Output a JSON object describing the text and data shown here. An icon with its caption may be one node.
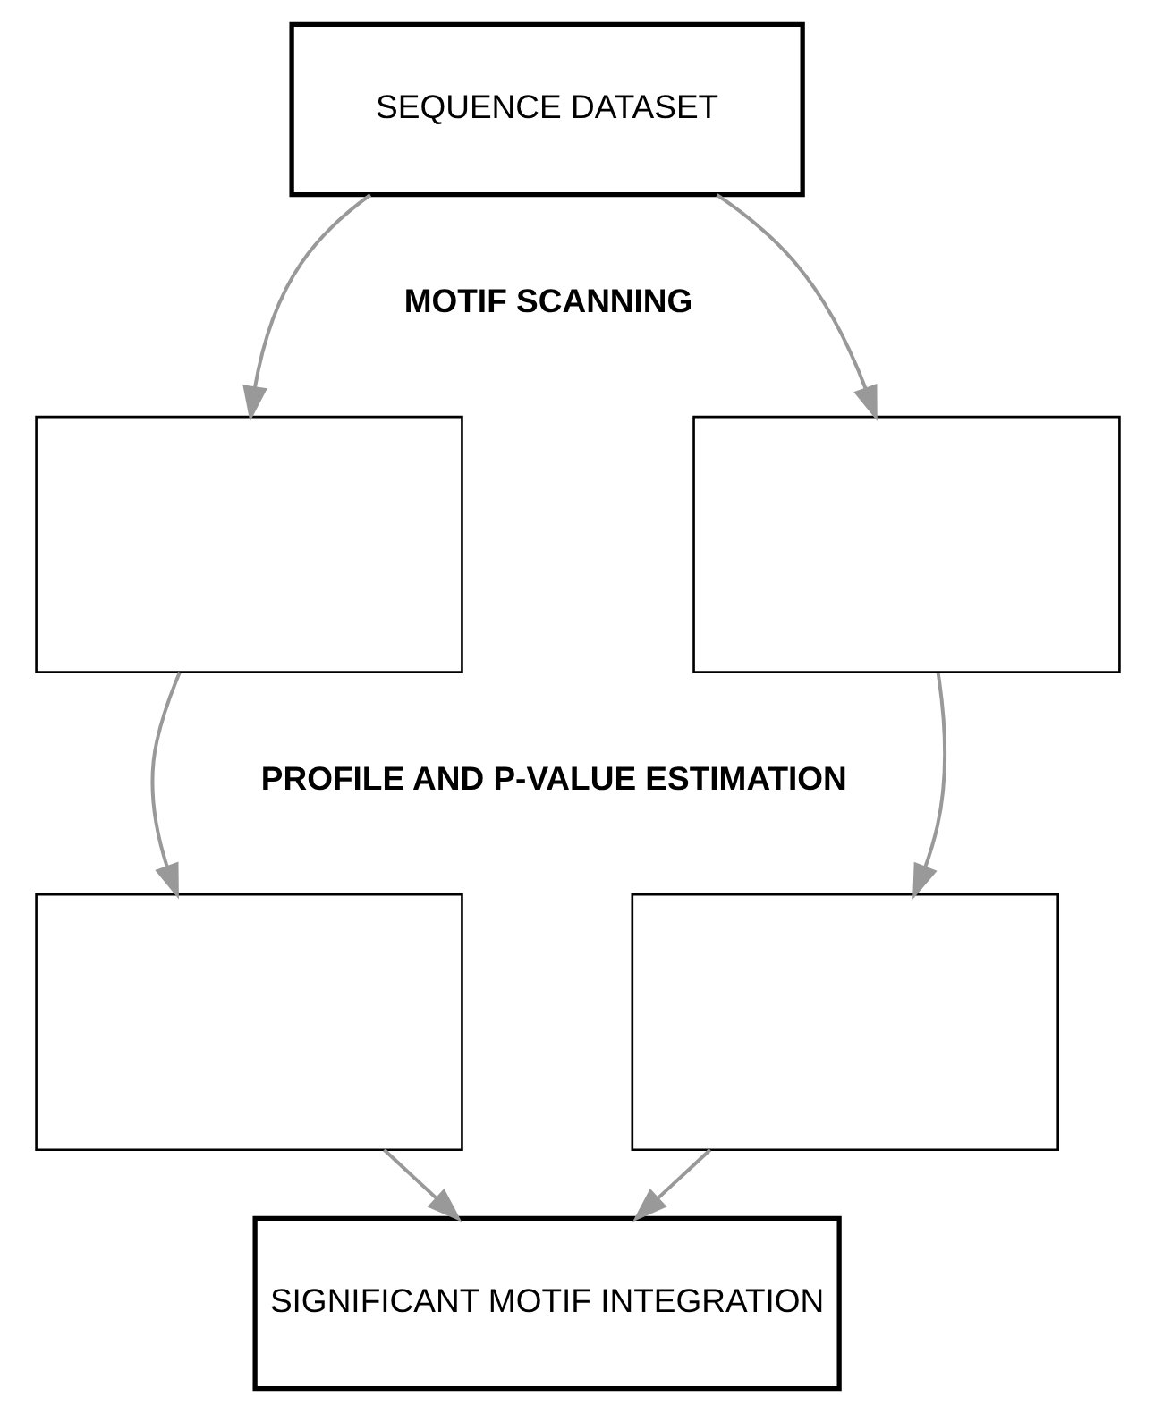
{
  "diagram": {
    "nodes": [
      {
        "text": [
          "SEQUENCE DATASET"
        ]
      },
      {
        "text": [],
        "shape": "box"
      },
      {
        "text": [],
        "shape": "box"
      },
      {
        "text": [],
        "shape": "box"
      },
      {
        "text": [],
        "shape": "box"
      },
      {
        "text": [
          "SIGNIFICANT MOTIF INTEGRATION"
        ]
      }
    ],
    "edges": [
      {
        "from": 0,
        "to": 1,
        "arrow": "to"
      },
      {
        "from": 0,
        "to": 2,
        "arrow": "to"
      },
      {
        "from": 1,
        "to": 3,
        "arrow": "to"
      },
      {
        "from": 2,
        "to": 4,
        "arrow": "to"
      },
      {
        "from": 3,
        "to": 5,
        "arrow": "to"
      },
      {
        "from": 4,
        "to": 5,
        "arrow": "to"
      }
    ],
    "labels": [
      "MOTIF SCANNING",
      "PROFILE AND P-VALUE ESTIMATION"
    ]
  }
}
